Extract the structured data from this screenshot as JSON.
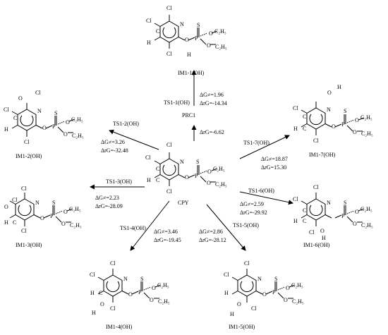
{
  "center": {
    "label": "CPY"
  },
  "intermediates": {
    "im1_1": {
      "label": "IM1-1(OH)"
    },
    "im1_2": {
      "label": "IM1-2(OH)"
    },
    "im1_3": {
      "label": "IM1-3(OH)"
    },
    "im1_4": {
      "label": "IM1-4(OH)"
    },
    "im1_5": {
      "label": "IM1-5(OH)"
    },
    "im1_6": {
      "label": "IM1-6(OH)"
    },
    "im1_7": {
      "label": "IM1-7(OH)"
    }
  },
  "paths": {
    "p1": {
      "ts": "TS1-1(OH)",
      "dg": "ΔG≠=1.96",
      "dr": "ΔrG=-14.34",
      "prc": "PRC1",
      "prc_dr": "ΔrG=-6.62"
    },
    "p2": {
      "ts": "TS1-2(OH)",
      "dg": "ΔG≠=3.26",
      "dr": "ΔrG=-32.48"
    },
    "p3": {
      "ts": "TS1-3(OH)",
      "dg": "ΔG≠=2.23",
      "dr": "ΔrG=-28.09"
    },
    "p4": {
      "ts": "TS1-4(OH)",
      "dg": "ΔG≠=3.46",
      "dr": "ΔrG=-19.45"
    },
    "p5": {
      "ts": "TS1-5(OH)",
      "dg": "ΔG≠=2.86",
      "dr": "ΔrG=-28.12"
    },
    "p6": {
      "ts": "TS1-6(OH)",
      "dg": "ΔG≠=2.59",
      "dr": "ΔrG=-29.92"
    },
    "p7": {
      "ts": "TS1-7(OH)",
      "dg": "ΔG≠=18.87",
      "dr": "ΔrG=15.30"
    }
  },
  "atoms": {
    "cl": "Cl",
    "n": "N",
    "c": "C",
    "h": "H",
    "o": "O",
    "p": "P",
    "s": "S",
    "et": "C₂H₅",
    "radical": "·"
  }
}
